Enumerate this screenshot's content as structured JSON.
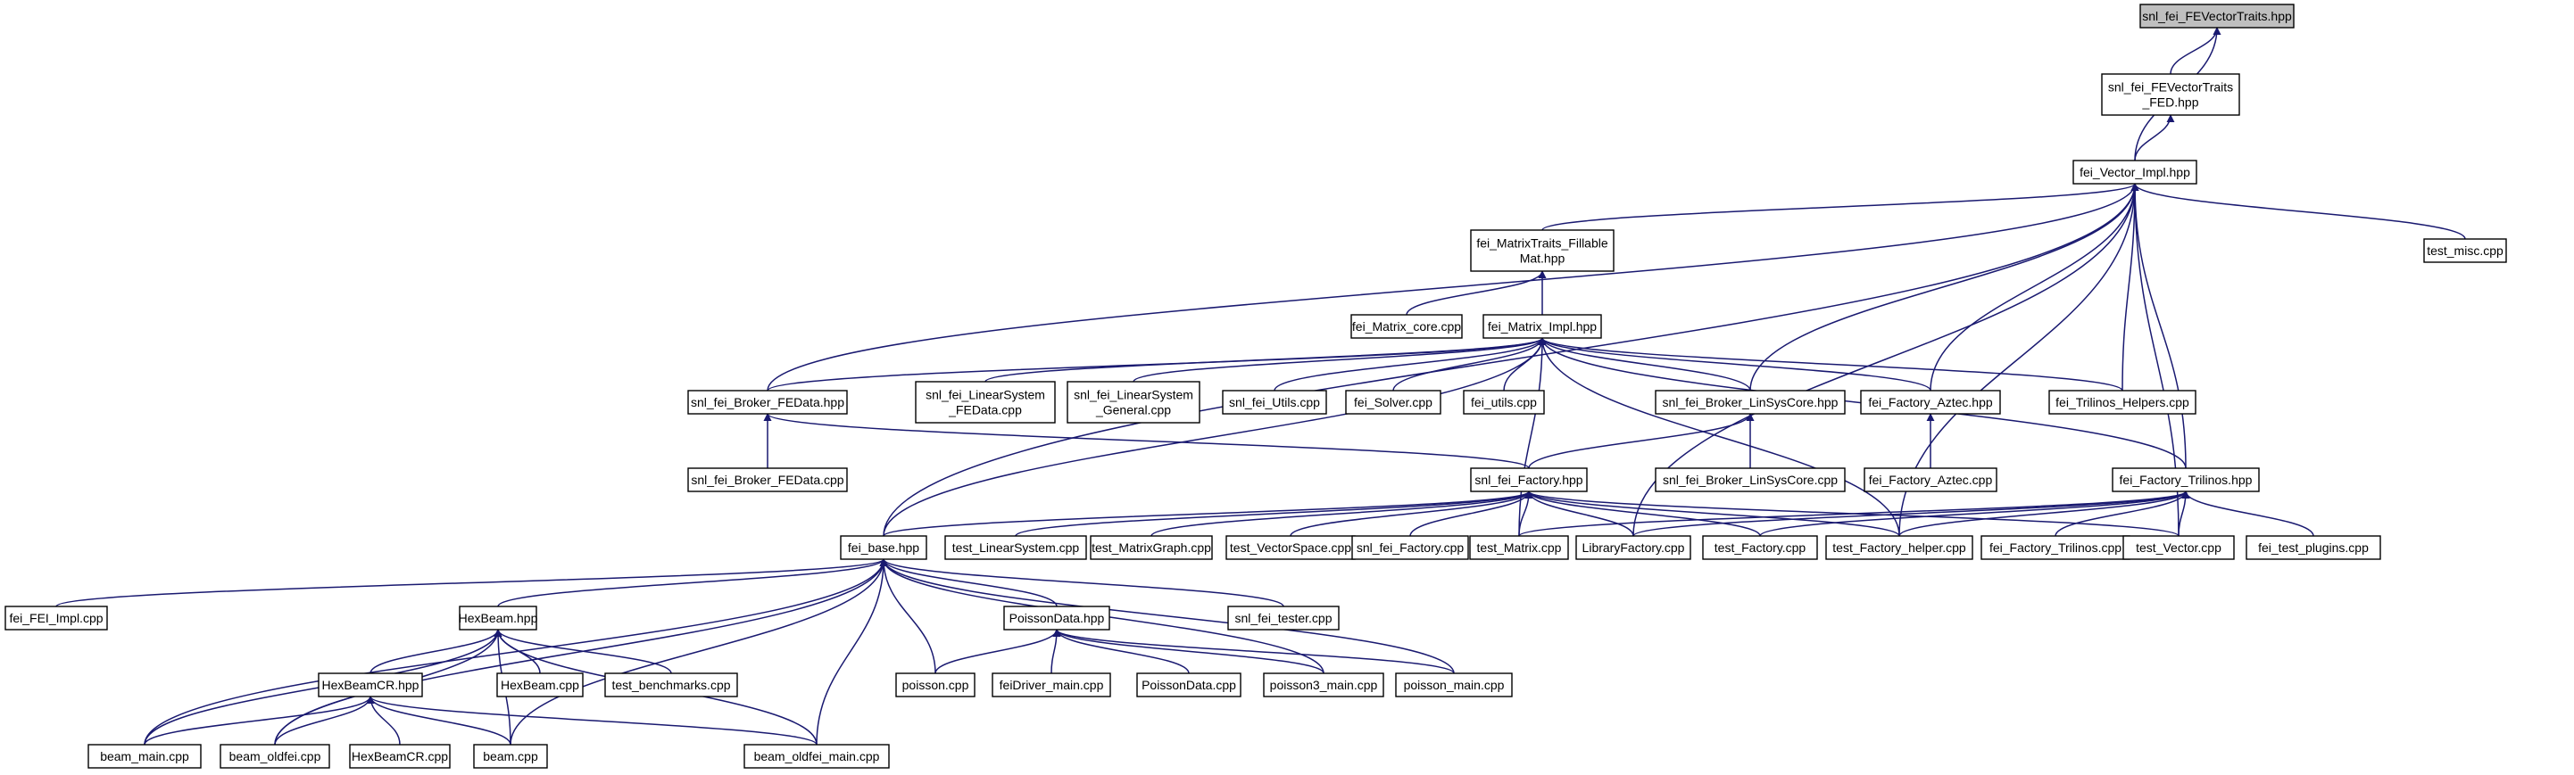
{
  "diagram": {
    "title": "",
    "edge_color": "#191970",
    "root_fill": "#bfbfbf",
    "node_fill": "#ffffff",
    "nodes": [
      {
        "id": "n0",
        "lines": [
          "snl_fei_FEVectorTraits.hpp"
        ]
      },
      {
        "id": "n1",
        "lines": [
          "snl_fei_FEVectorTraits",
          "_FED.hpp"
        ]
      },
      {
        "id": "n2",
        "lines": [
          "fei_Vector_Impl.hpp"
        ]
      },
      {
        "id": "n3",
        "lines": [
          "fei_MatrixTraits_Fillable",
          "Mat.hpp"
        ]
      },
      {
        "id": "n4",
        "lines": [
          "test_misc.cpp"
        ]
      },
      {
        "id": "n5",
        "lines": [
          "fei_Matrix_core.cpp"
        ]
      },
      {
        "id": "n6",
        "lines": [
          "fei_Matrix_Impl.hpp"
        ]
      },
      {
        "id": "n7",
        "lines": [
          "snl_fei_Broker_FEData.hpp"
        ]
      },
      {
        "id": "n8",
        "lines": [
          "snl_fei_LinearSystem",
          "_FEData.cpp"
        ]
      },
      {
        "id": "n9",
        "lines": [
          "snl_fei_LinearSystem",
          "_General.cpp"
        ]
      },
      {
        "id": "n10",
        "lines": [
          "snl_fei_Utils.cpp"
        ]
      },
      {
        "id": "n11",
        "lines": [
          "fei_Solver.cpp"
        ]
      },
      {
        "id": "n12",
        "lines": [
          "fei_utils.cpp"
        ]
      },
      {
        "id": "n13",
        "lines": [
          "snl_fei_Broker_LinSysCore.hpp"
        ]
      },
      {
        "id": "n14",
        "lines": [
          "fei_Factory_Aztec.hpp"
        ]
      },
      {
        "id": "n15",
        "lines": [
          "fei_Trilinos_Helpers.cpp"
        ]
      },
      {
        "id": "n16",
        "lines": [
          "snl_fei_Broker_FEData.cpp"
        ]
      },
      {
        "id": "n17",
        "lines": [
          "snl_fei_Factory.hpp"
        ]
      },
      {
        "id": "n18",
        "lines": [
          "snl_fei_Broker_LinSysCore.cpp"
        ]
      },
      {
        "id": "n19",
        "lines": [
          "fei_Factory_Aztec.cpp"
        ]
      },
      {
        "id": "n20",
        "lines": [
          "fei_Factory_Trilinos.hpp"
        ]
      },
      {
        "id": "n21",
        "lines": [
          "fei_base.hpp"
        ]
      },
      {
        "id": "n22",
        "lines": [
          "test_LinearSystem.cpp"
        ]
      },
      {
        "id": "n23",
        "lines": [
          "test_MatrixGraph.cpp"
        ]
      },
      {
        "id": "n24",
        "lines": [
          "test_VectorSpace.cpp"
        ]
      },
      {
        "id": "n25",
        "lines": [
          "snl_fei_Factory.cpp"
        ]
      },
      {
        "id": "n26",
        "lines": [
          "test_Matrix.cpp"
        ]
      },
      {
        "id": "n27",
        "lines": [
          "LibraryFactory.cpp"
        ]
      },
      {
        "id": "n28",
        "lines": [
          "test_Factory.cpp"
        ]
      },
      {
        "id": "n29",
        "lines": [
          "test_Factory_helper.cpp"
        ]
      },
      {
        "id": "n30",
        "lines": [
          "fei_Factory_Trilinos.cpp"
        ]
      },
      {
        "id": "n31",
        "lines": [
          "test_Vector.cpp"
        ]
      },
      {
        "id": "n32",
        "lines": [
          "fei_test_plugins.cpp"
        ]
      },
      {
        "id": "n33",
        "lines": [
          "fei_FEI_Impl.cpp"
        ]
      },
      {
        "id": "n34",
        "lines": [
          "HexBeam.hpp"
        ]
      },
      {
        "id": "n35",
        "lines": [
          "PoissonData.hpp"
        ]
      },
      {
        "id": "n36",
        "lines": [
          "snl_fei_tester.cpp"
        ]
      },
      {
        "id": "n37",
        "lines": [
          "HexBeam.cpp"
        ]
      },
      {
        "id": "n38",
        "lines": [
          "test_benchmarks.cpp"
        ]
      },
      {
        "id": "n39",
        "lines": [
          "HexBeamCR.hpp"
        ]
      },
      {
        "id": "n40",
        "lines": [
          "poisson.cpp"
        ]
      },
      {
        "id": "n41",
        "lines": [
          "feiDriver_main.cpp"
        ]
      },
      {
        "id": "n42",
        "lines": [
          "PoissonData.cpp"
        ]
      },
      {
        "id": "n43",
        "lines": [
          "poisson3_main.cpp"
        ]
      },
      {
        "id": "n44",
        "lines": [
          "poisson_main.cpp"
        ]
      },
      {
        "id": "n45",
        "lines": [
          "beam_main.cpp"
        ]
      },
      {
        "id": "n46",
        "lines": [
          "beam_oldfei.cpp"
        ]
      },
      {
        "id": "n47",
        "lines": [
          "HexBeamCR.cpp"
        ]
      },
      {
        "id": "n48",
        "lines": [
          "beam.cpp"
        ]
      },
      {
        "id": "n49",
        "lines": [
          "beam_oldfei_main.cpp"
        ]
      }
    ],
    "edges": [
      [
        "n1",
        "n0"
      ],
      [
        "n2",
        "n0"
      ],
      [
        "n2",
        "n1"
      ],
      [
        "n3",
        "n2"
      ],
      [
        "n4",
        "n2"
      ],
      [
        "n7",
        "n2"
      ],
      [
        "n13",
        "n2"
      ],
      [
        "n14",
        "n2"
      ],
      [
        "n15",
        "n2"
      ],
      [
        "n20",
        "n2"
      ],
      [
        "n21",
        "n2"
      ],
      [
        "n27",
        "n2"
      ],
      [
        "n29",
        "n2"
      ],
      [
        "n31",
        "n2"
      ],
      [
        "n5",
        "n3"
      ],
      [
        "n6",
        "n3"
      ],
      [
        "n7",
        "n6"
      ],
      [
        "n8",
        "n6"
      ],
      [
        "n9",
        "n6"
      ],
      [
        "n10",
        "n6"
      ],
      [
        "n11",
        "n6"
      ],
      [
        "n12",
        "n6"
      ],
      [
        "n13",
        "n6"
      ],
      [
        "n14",
        "n6"
      ],
      [
        "n15",
        "n6"
      ],
      [
        "n20",
        "n6"
      ],
      [
        "n21",
        "n6"
      ],
      [
        "n26",
        "n6"
      ],
      [
        "n29",
        "n6"
      ],
      [
        "n16",
        "n7"
      ],
      [
        "n17",
        "n7"
      ],
      [
        "n17",
        "n13"
      ],
      [
        "n18",
        "n13"
      ],
      [
        "n19",
        "n14"
      ],
      [
        "n21",
        "n17"
      ],
      [
        "n22",
        "n17"
      ],
      [
        "n23",
        "n17"
      ],
      [
        "n24",
        "n17"
      ],
      [
        "n25",
        "n17"
      ],
      [
        "n26",
        "n17"
      ],
      [
        "n27",
        "n17"
      ],
      [
        "n28",
        "n17"
      ],
      [
        "n29",
        "n17"
      ],
      [
        "n31",
        "n17"
      ],
      [
        "n26",
        "n20"
      ],
      [
        "n27",
        "n20"
      ],
      [
        "n28",
        "n20"
      ],
      [
        "n29",
        "n20"
      ],
      [
        "n30",
        "n20"
      ],
      [
        "n31",
        "n20"
      ],
      [
        "n32",
        "n20"
      ],
      [
        "n33",
        "n21"
      ],
      [
        "n34",
        "n21"
      ],
      [
        "n35",
        "n21"
      ],
      [
        "n36",
        "n21"
      ],
      [
        "n40",
        "n21"
      ],
      [
        "n43",
        "n21"
      ],
      [
        "n44",
        "n21"
      ],
      [
        "n45",
        "n21"
      ],
      [
        "n46",
        "n21"
      ],
      [
        "n48",
        "n21"
      ],
      [
        "n49",
        "n21"
      ],
      [
        "n37",
        "n34"
      ],
      [
        "n38",
        "n34"
      ],
      [
        "n39",
        "n34"
      ],
      [
        "n45",
        "n34"
      ],
      [
        "n46",
        "n34"
      ],
      [
        "n48",
        "n34"
      ],
      [
        "n49",
        "n34"
      ],
      [
        "n40",
        "n35"
      ],
      [
        "n41",
        "n35"
      ],
      [
        "n42",
        "n35"
      ],
      [
        "n43",
        "n35"
      ],
      [
        "n44",
        "n35"
      ],
      [
        "n45",
        "n39"
      ],
      [
        "n46",
        "n39"
      ],
      [
        "n47",
        "n39"
      ],
      [
        "n48",
        "n39"
      ],
      [
        "n49",
        "n39"
      ]
    ]
  }
}
